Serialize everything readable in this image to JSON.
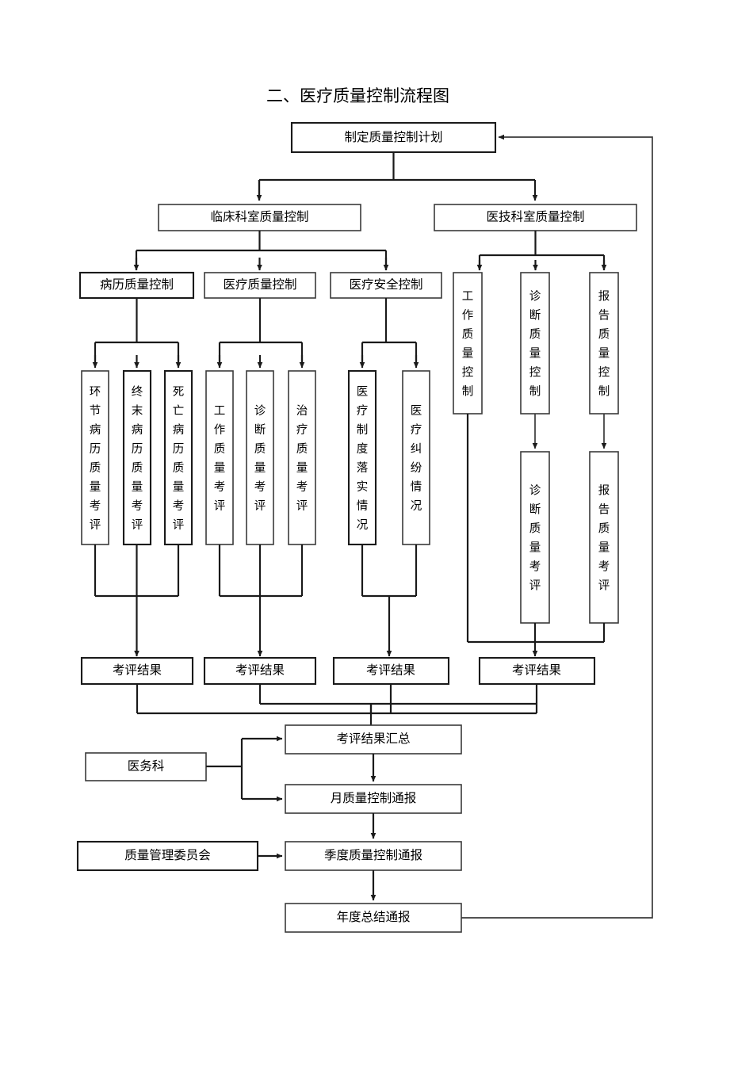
{
  "document": {
    "title": "二、医疗质量控制流程图"
  },
  "flow": {
    "root": {
      "label": "制定质量控制计划"
    },
    "level2": [
      {
        "label": "临床科室质量控制"
      },
      {
        "label": "医技科室质量控制"
      }
    ],
    "level3_clinical": [
      {
        "label": "病历质量控制"
      },
      {
        "label": "医疗质量控制"
      },
      {
        "label": "医疗安全控制"
      }
    ],
    "level3_tech": [
      {
        "label": "工作质量控制"
      },
      {
        "label": "诊断质量控制"
      },
      {
        "label": "报告质量控制"
      }
    ],
    "records_assessment": [
      {
        "label": "环节病历质量考评"
      },
      {
        "label": "终末病历质量考评"
      },
      {
        "label": "死亡病历质量考评"
      }
    ],
    "medical_assessment": [
      {
        "label": "工作质量考评"
      },
      {
        "label": "诊断质量考评"
      },
      {
        "label": "治疗质量考评"
      }
    ],
    "safety_assessment": [
      {
        "label": "医疗制度落实情况"
      },
      {
        "label": "医疗纠纷情况"
      }
    ],
    "tech_assessment": [
      {
        "label": "诊断质量考评"
      },
      {
        "label": "报告质量考评"
      }
    ],
    "results": [
      {
        "label": "考评结果"
      },
      {
        "label": "考评结果"
      },
      {
        "label": "考评结果"
      },
      {
        "label": "考评结果"
      }
    ],
    "summary": {
      "label": "考评结果汇总"
    },
    "monthly": {
      "label": "月质量控制通报"
    },
    "quarterly": {
      "label": "季度质量控制通报"
    },
    "annual": {
      "label": "年度总结通报"
    },
    "dept_medical_affairs": {
      "label": "医务科"
    },
    "committee": {
      "label": "质量管理委员会"
    }
  },
  "style": {
    "line_color": "#3a3a3a",
    "line_color_strong": "#1a1a1a",
    "box_fill": "#ffffff",
    "text_color": "#000000"
  }
}
